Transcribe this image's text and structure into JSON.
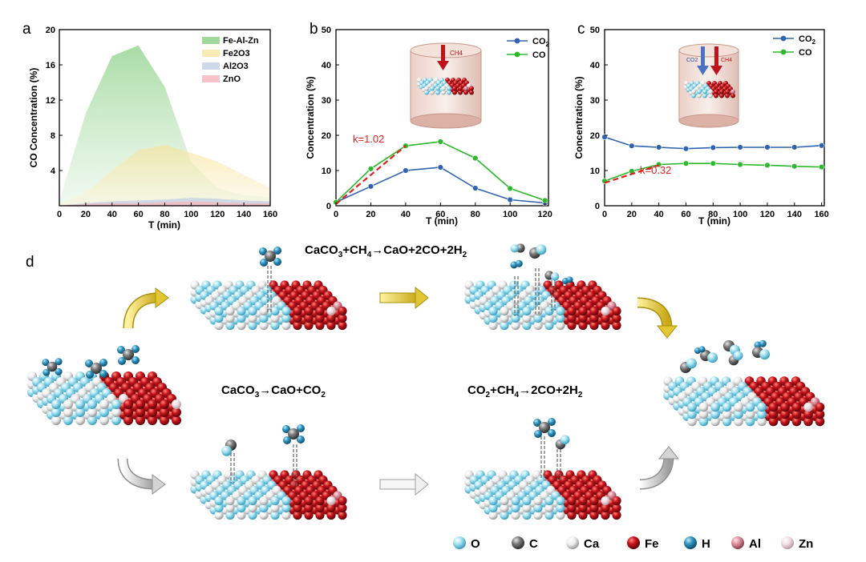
{
  "panels": {
    "a": "a",
    "b": "b",
    "c": "c",
    "d": "d"
  },
  "chart_data": [
    {
      "id": "a",
      "type": "area",
      "xlabel": "T  (min)",
      "ylabel": "CO Concentration (%)",
      "xlim": [
        0,
        160
      ],
      "ylim": [
        0,
        20
      ],
      "xticks": [
        "0",
        "20",
        "40",
        "60",
        "80",
        "100",
        "120",
        "140",
        "160"
      ],
      "yticks": [
        "4",
        "8",
        "12",
        "16",
        "20"
      ],
      "x": [
        0,
        20,
        40,
        60,
        80,
        100,
        120,
        140,
        160
      ],
      "legend_position": "top-right",
      "series": [
        {
          "name": "Fe-Al-Zn",
          "color": "#8fd18b",
          "values": [
            0.5,
            10.5,
            17,
            18.2,
            13.5,
            5,
            2,
            1.2,
            1
          ]
        },
        {
          "name": "Fe2O3",
          "color": "#f7e7a6",
          "values": [
            0.2,
            1.5,
            4,
            6.3,
            6.9,
            6,
            5,
            3.5,
            2
          ]
        },
        {
          "name": "Al2O3",
          "color": "#c5d2e6",
          "values": [
            0,
            0.3,
            0.5,
            0.6,
            0.7,
            0.9,
            0.8,
            0.6,
            0.5
          ]
        },
        {
          "name": "ZnO",
          "color": "#f3b9bf",
          "values": [
            0,
            0.2,
            0.3,
            0.3,
            0.4,
            0.5,
            0.4,
            0.3,
            0.3
          ]
        }
      ]
    },
    {
      "id": "b",
      "type": "line",
      "xlabel": "T (min)",
      "ylabel": "Concentration (%)",
      "xlim": [
        0,
        122
      ],
      "ylim": [
        0,
        50
      ],
      "xticks": [
        "0",
        "20",
        "40",
        "60",
        "80",
        "100",
        "120"
      ],
      "yticks": [
        "0",
        "10",
        "20",
        "30",
        "40",
        "50"
      ],
      "x": [
        0,
        20,
        40,
        60,
        80,
        100,
        120
      ],
      "legend_position": "top-right",
      "series": [
        {
          "name": "CO2",
          "color": "#2f63b0",
          "values": [
            1,
            5.5,
            10,
            10.9,
            5,
            1.7,
            0.8
          ]
        },
        {
          "name": "CO",
          "color": "#2db82d",
          "values": [
            1,
            10.5,
            17,
            18.2,
            13.5,
            4.9,
            1.5
          ]
        }
      ],
      "annotation": "k=1.02",
      "fit_line": {
        "x": [
          0,
          40
        ],
        "y": [
          0.5,
          17
        ]
      },
      "inset_gas": [
        "CH4"
      ]
    },
    {
      "id": "c",
      "type": "line",
      "xlabel": "T (min)",
      "ylabel": "Concentration (%)",
      "xlim": [
        0,
        162
      ],
      "ylim": [
        0,
        50
      ],
      "xticks": [
        "0",
        "20",
        "40",
        "60",
        "80",
        "100",
        "120",
        "140",
        "160"
      ],
      "yticks": [
        "0",
        "10",
        "20",
        "30",
        "40",
        "50"
      ],
      "x": [
        0,
        20,
        40,
        60,
        80,
        100,
        120,
        140,
        160
      ],
      "legend_position": "top-right",
      "series": [
        {
          "name": "CO2",
          "color": "#2f63b0",
          "values": [
            19.5,
            17,
            16.6,
            16.2,
            16.5,
            16.6,
            16.6,
            16.6,
            17.1
          ]
        },
        {
          "name": "CO",
          "color": "#2db82d",
          "values": [
            7,
            9.8,
            11.7,
            12,
            12,
            11.7,
            11.5,
            11.2,
            11
          ]
        }
      ],
      "annotation": "k=0.32",
      "fit_line": {
        "x": [
          0,
          40
        ],
        "y": [
          6.5,
          11.5
        ]
      },
      "inset_gas": [
        "CO2",
        "CH4"
      ]
    }
  ],
  "scheme": {
    "eq_top": [
      "CaCO",
      "3",
      "+CH",
      "4",
      "→CaO+2CO+2H",
      "2"
    ],
    "eq_mid_left": [
      "CaCO",
      "3",
      "→CaO+CO",
      "2"
    ],
    "eq_mid_right": [
      "CO",
      "2",
      "+CH",
      "4",
      "→2CO+2H",
      "2"
    ],
    "key": [
      {
        "label": "O",
        "color": "#8fd6ea"
      },
      {
        "label": "C",
        "color": "#6f6f6f"
      },
      {
        "label": "Ca",
        "color": "#ebebeb"
      },
      {
        "label": "Fe",
        "color": "#c0121a"
      },
      {
        "label": "H",
        "color": "#2f92be"
      },
      {
        "label": "Al",
        "color": "#d98a98"
      },
      {
        "label": "Zn",
        "color": "#f1dde3"
      }
    ]
  }
}
